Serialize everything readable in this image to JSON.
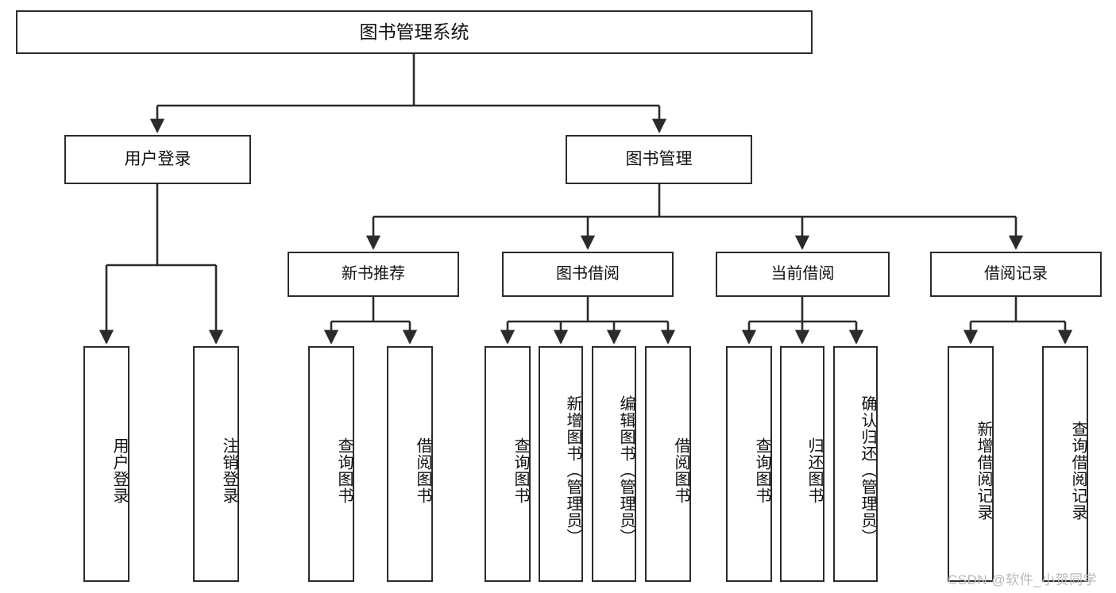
{
  "diagram": {
    "title_node": {
      "label": "图书管理系统"
    },
    "level1": [
      {
        "label": "用户登录"
      },
      {
        "label": "图书管理"
      }
    ],
    "level2": [
      {
        "label": "新书推荐"
      },
      {
        "label": "图书借阅"
      },
      {
        "label": "当前借阅"
      },
      {
        "label": "借阅记录"
      }
    ],
    "leaves": {
      "user_login": [
        {
          "label": "用户登录"
        },
        {
          "label": "注销登录"
        }
      ],
      "new_book_recommend": [
        {
          "label": "查询图书"
        },
        {
          "label": "借阅图书"
        }
      ],
      "book_borrow": [
        {
          "label": "查询图书"
        },
        {
          "label": "新增图书（管理员）"
        },
        {
          "label": "编辑图书（管理员）"
        },
        {
          "label": "借阅图书"
        }
      ],
      "current_borrow": [
        {
          "label": "查询图书"
        },
        {
          "label": "归还图书"
        },
        {
          "label": "确认归还（管理员）"
        }
      ],
      "borrow_record": [
        {
          "label": "新增借阅记录"
        },
        {
          "label": "查询借阅记录"
        }
      ]
    }
  },
  "watermark": {
    "text": "CSDN @软件_小贺同学"
  },
  "colors": {
    "stroke": "#2b2b2b",
    "node_fill": "#ffffff",
    "text": "#111111",
    "watermark": "#b9b9b9"
  }
}
